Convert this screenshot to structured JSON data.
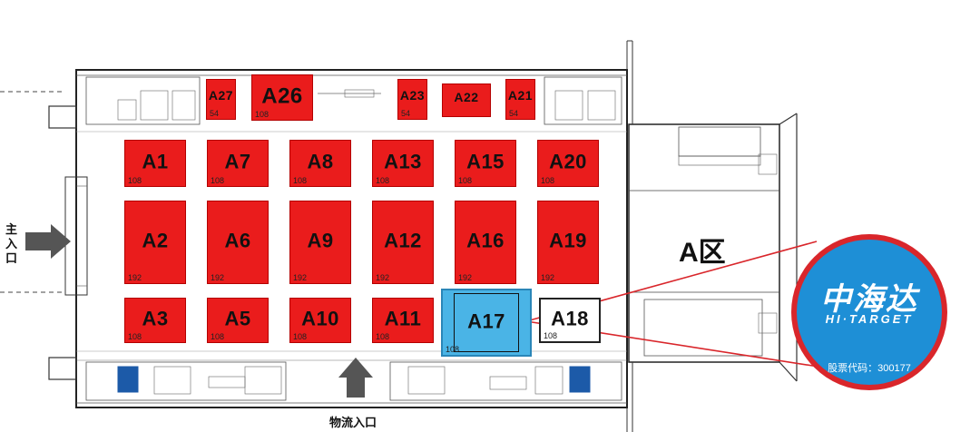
{
  "zone_label": "A区",
  "entrances": {
    "main": "主入口",
    "logistics": "物流入口"
  },
  "booths": [
    {
      "id": "A27",
      "area": "54"
    },
    {
      "id": "A26",
      "area": "108"
    },
    {
      "id": "A23",
      "area": "54"
    },
    {
      "id": "A22",
      "area": ""
    },
    {
      "id": "A21",
      "area": "54"
    },
    {
      "id": "A1",
      "area": "108"
    },
    {
      "id": "A7",
      "area": "108"
    },
    {
      "id": "A8",
      "area": "108"
    },
    {
      "id": "A13",
      "area": "108"
    },
    {
      "id": "A15",
      "area": "108"
    },
    {
      "id": "A20",
      "area": "108"
    },
    {
      "id": "A2",
      "area": "192"
    },
    {
      "id": "A6",
      "area": "192"
    },
    {
      "id": "A9",
      "area": "192"
    },
    {
      "id": "A12",
      "area": "192"
    },
    {
      "id": "A16",
      "area": "192"
    },
    {
      "id": "A19",
      "area": "192"
    },
    {
      "id": "A3",
      "area": "108"
    },
    {
      "id": "A5",
      "area": "108"
    },
    {
      "id": "A10",
      "area": "108"
    },
    {
      "id": "A11",
      "area": "108"
    },
    {
      "id": "A17",
      "area": "108",
      "highlighted": true
    },
    {
      "id": "A18",
      "area": "108"
    }
  ],
  "exhibitor": {
    "name_cn": "中海达",
    "name_en": "HI·TARGET",
    "stock_code": "股票代码：300177"
  },
  "colors": {
    "booth": "#ea1c1c",
    "highlight": "#4ab4e6",
    "callout": "#d9262b",
    "logo_bg": "#1e8fd6"
  }
}
